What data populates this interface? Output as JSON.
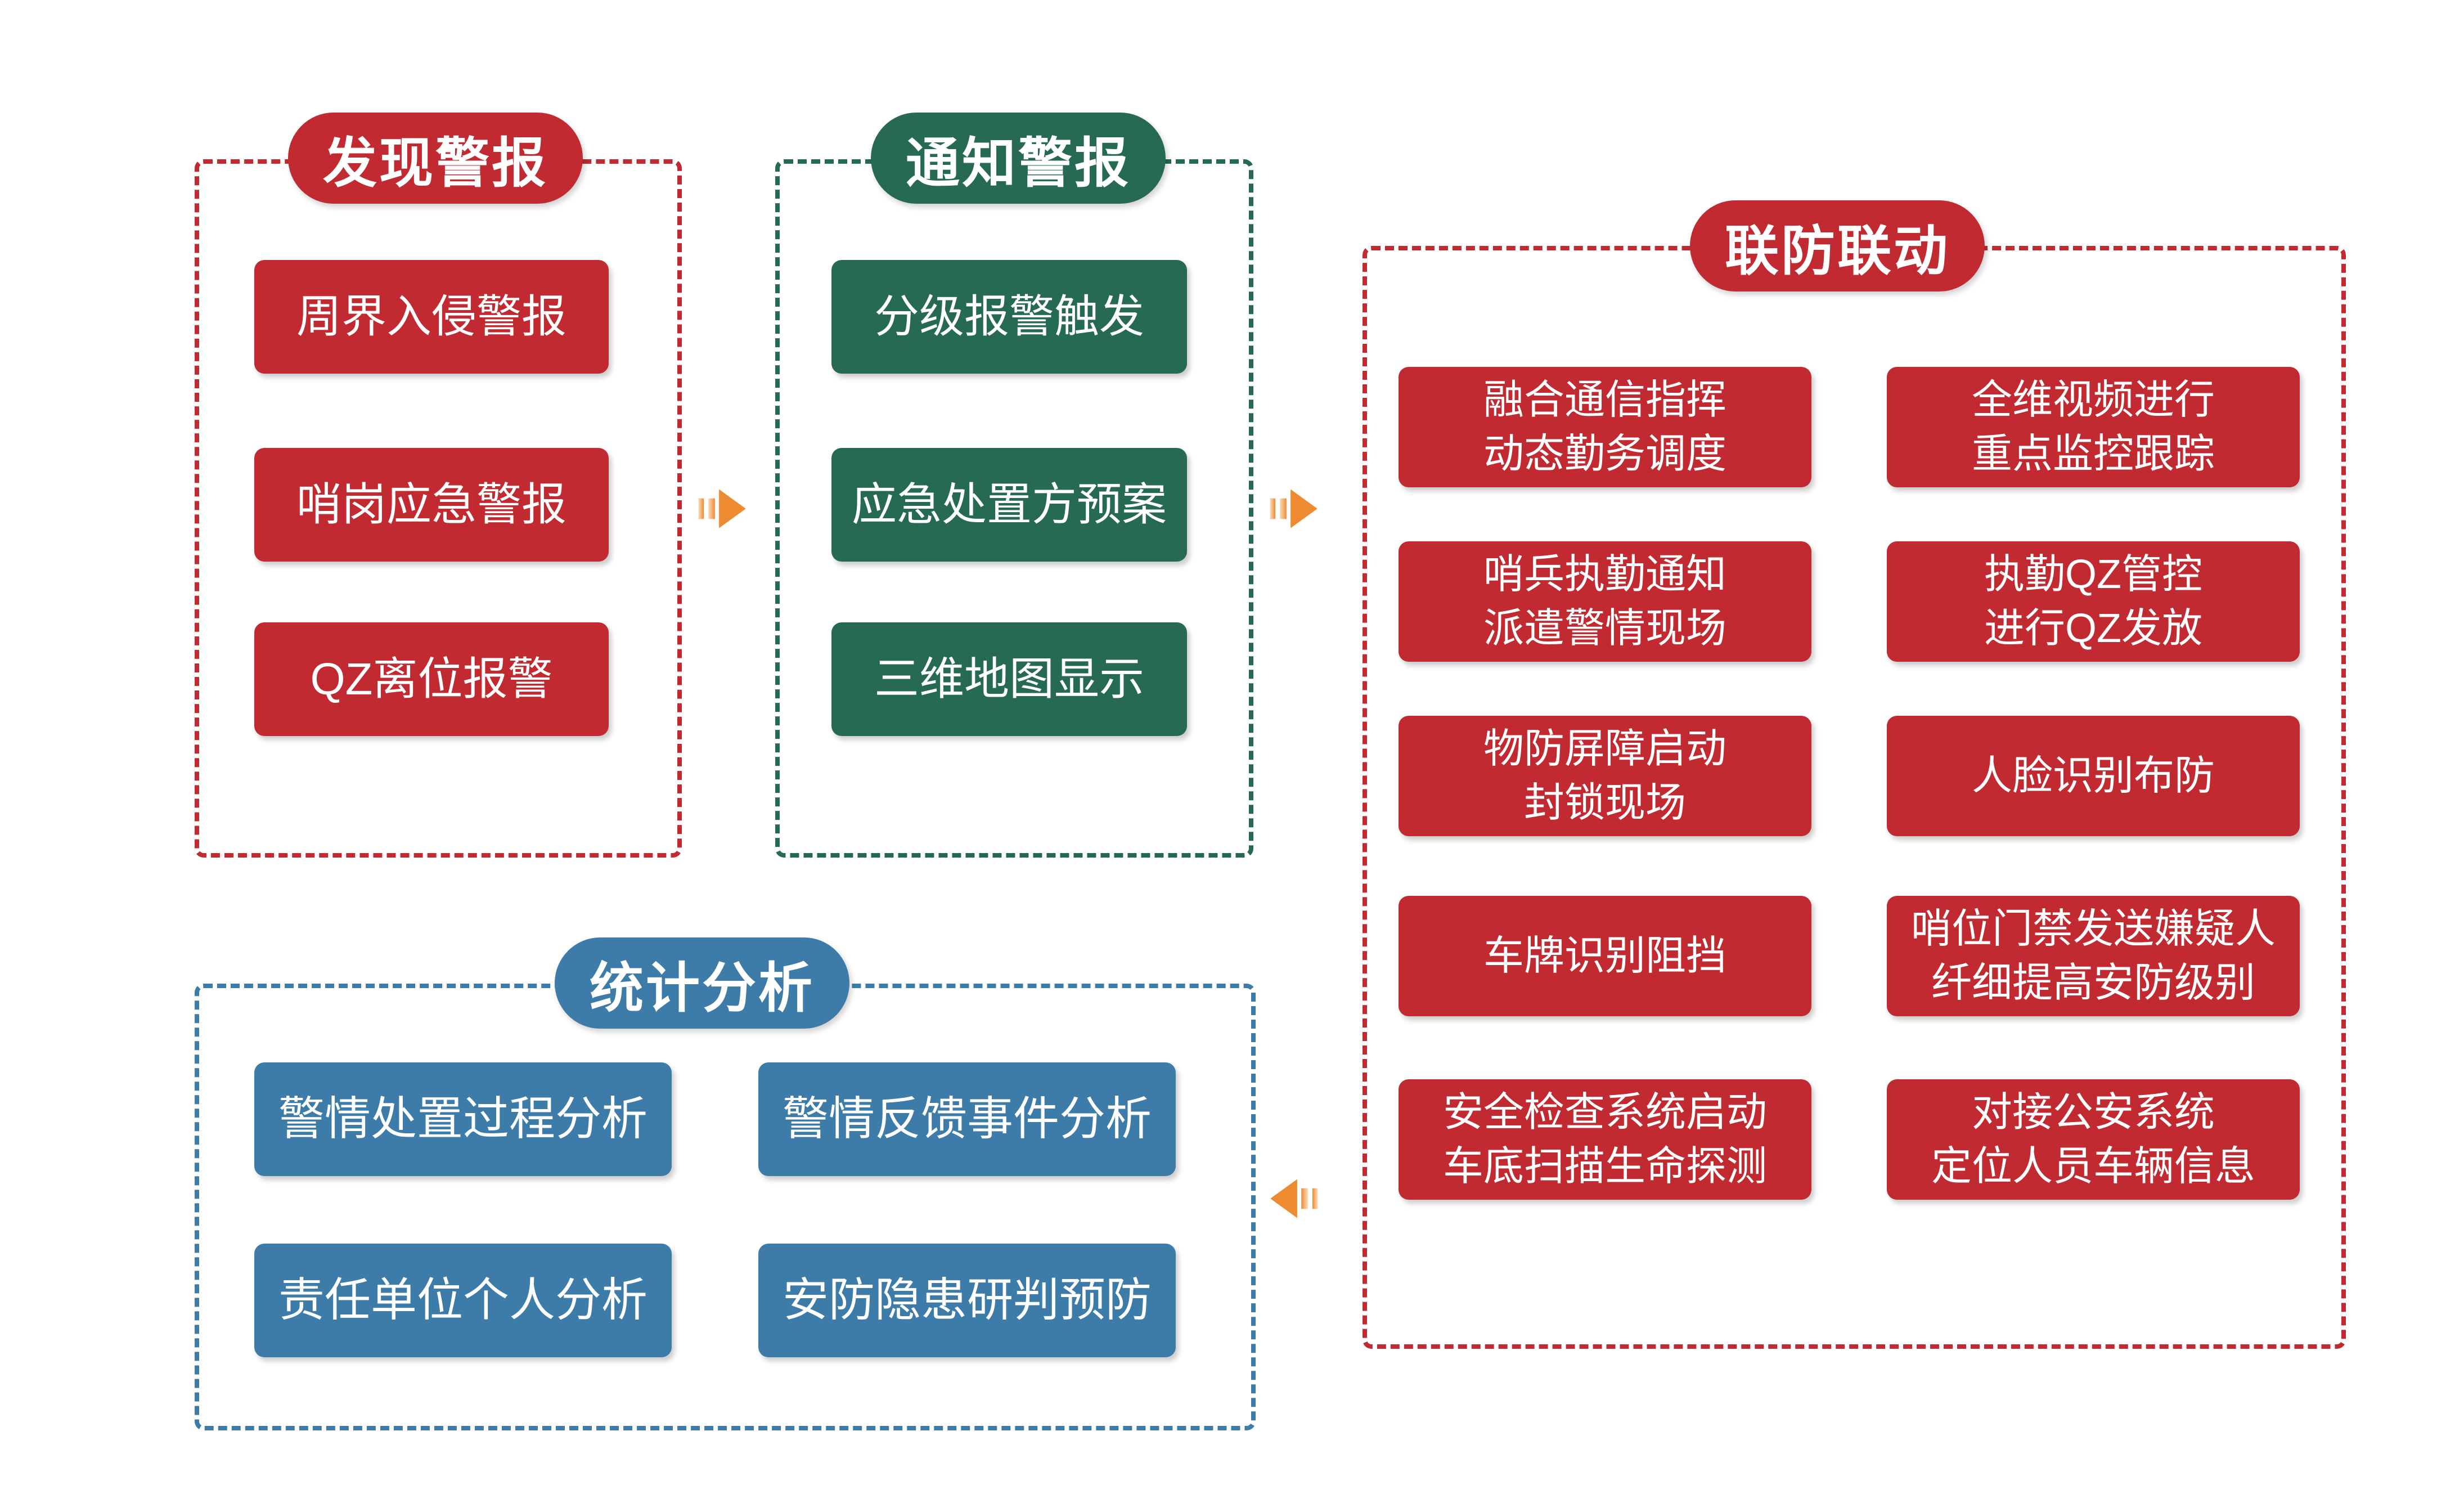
{
  "page": {
    "background": "#FFFFFF",
    "type": "alarm-handling-flow-diagram"
  },
  "colors": {
    "red": "#C22A31",
    "green": "#266A52",
    "blue": "#3D7CA8",
    "orange": "#EE8A30",
    "text": "#FFFFFF"
  },
  "sections": {
    "discover": {
      "title": "发现警报",
      "items": [
        "周界入侵警报",
        "哨岗应急警报",
        "QZ离位报警"
      ]
    },
    "notify": {
      "title": "通知警报",
      "items": [
        "分级报警触发",
        "应急处置方预案",
        "三维地图显示"
      ]
    },
    "linkage": {
      "title": "联防联动",
      "items_left": [
        "融合通信指挥\n动态勤务调度",
        "哨兵执勤通知\n派遣警情现场",
        "物防屏障启动\n封锁现场",
        "车牌识别阻挡",
        "安全检查系统启动\n车底扫描生命探测"
      ],
      "items_right": [
        "全维视频进行\n重点监控跟踪",
        "执勤QZ管控\n进行QZ发放",
        "人脸识别布防",
        "哨位门禁发送嫌疑人\n纤细提高安防级别",
        "对接公安系统\n定位人员车辆信息"
      ]
    },
    "stats": {
      "title": "统计分析",
      "items": [
        "警情处置过程分析",
        "警情反馈事件分析",
        "责任单位个人分析",
        "安防隐患研判预防"
      ]
    }
  },
  "arrows": {
    "color": "#EE8A30",
    "flow_1": "discover-to-notify (right)",
    "flow_2": "notify-to-linkage (right)",
    "flow_3": "linkage-to-stats (left)"
  }
}
